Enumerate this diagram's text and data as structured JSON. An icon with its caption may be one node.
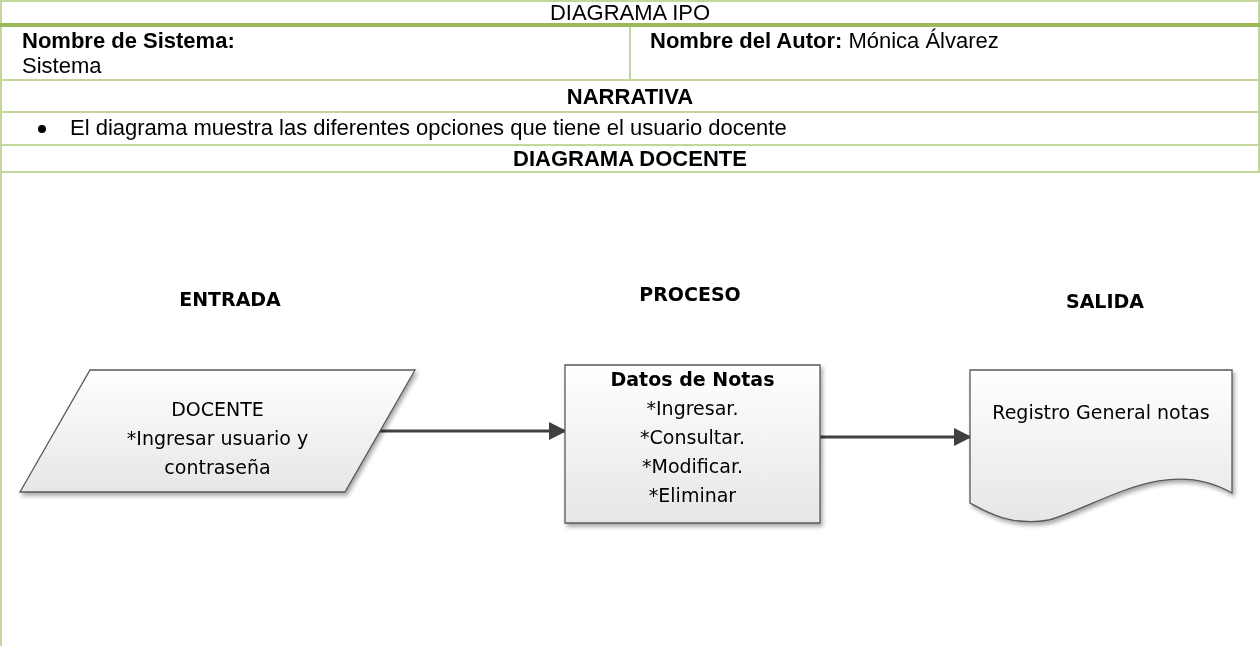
{
  "diagram": {
    "title": "DIAGRAMA IPO",
    "nodes": [
      {
        "text": [
          "DOCENTE",
          "*Ingresar usuario y contraseña"
        ]
      },
      {
        "text": [
          "Datos de Notas",
          "*Ingresar.",
          "*Consultar.",
          "*Modificar.",
          "*Eliminar"
        ]
      },
      {
        "text": [
          "Registro General notas"
        ]
      }
    ],
    "edges": [
      {
        "from": 0,
        "to": 1,
        "arrow": "to"
      },
      {
        "from": 1,
        "to": 2,
        "arrow": "to"
      }
    ],
    "labels": [
      "Nombre de Sistema:",
      "Sistema",
      "**Nombre del Autor:** Mónica Álvarez",
      "NARRATIVA",
      "El diagrama muestra las diferentes opciones que tiene el usuario docente",
      "DIAGRAMA DOCENTE",
      "ENTRADA",
      "PROCESO",
      "SALIDA"
    ]
  }
}
